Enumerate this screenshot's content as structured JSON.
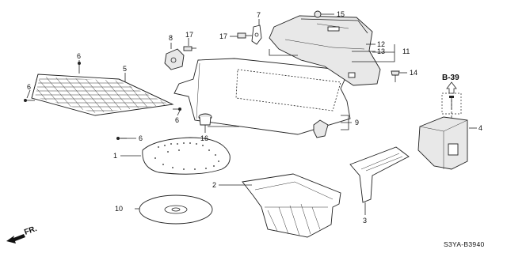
{
  "callouts": {
    "c1": "1",
    "c2": "2",
    "c3": "3",
    "c4": "4",
    "c5": "5",
    "c6a": "6",
    "c6b": "6",
    "c6c": "6",
    "c6d": "6",
    "c7": "7",
    "c8": "8",
    "c9": "9",
    "c10": "10",
    "c11": "11",
    "c12": "12",
    "c13": "13",
    "c14": "14",
    "c15": "15",
    "c16": "16",
    "c17a": "17",
    "c17b": "17"
  },
  "reference": {
    "label": "B-39"
  },
  "direction": {
    "label": "FR."
  },
  "diagram_code": "S3YA-B3940"
}
